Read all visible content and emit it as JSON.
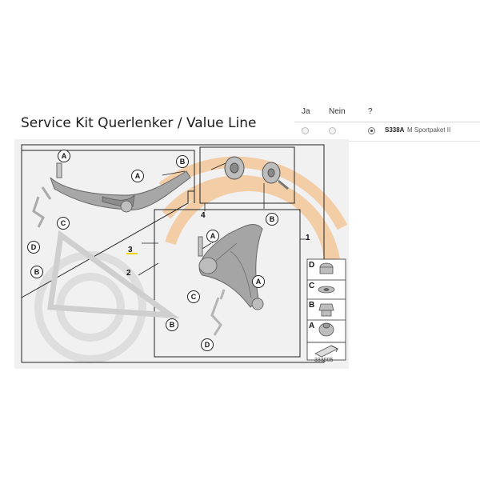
{
  "title": "Service Kit Querlenker / Value Line",
  "options": {
    "headers": {
      "yes": "Ja",
      "no": "Nein",
      "question": "?"
    },
    "row": {
      "code": "S338A",
      "description": "M Sportpaket II",
      "selected": "question"
    }
  },
  "diagram": {
    "positions": {
      "p1": "1",
      "p2": "2",
      "p3": "3",
      "p4": "4"
    },
    "callouts": {
      "a": "A",
      "b": "B",
      "c": "C",
      "d": "D"
    },
    "kit_legend": [
      "D",
      "C",
      "B",
      "A"
    ],
    "image_number": "333005"
  },
  "colors": {
    "watermark": "#f3c79a",
    "frame": "#222222",
    "part": "#9a9a9a",
    "highlight": "#f2d100"
  }
}
